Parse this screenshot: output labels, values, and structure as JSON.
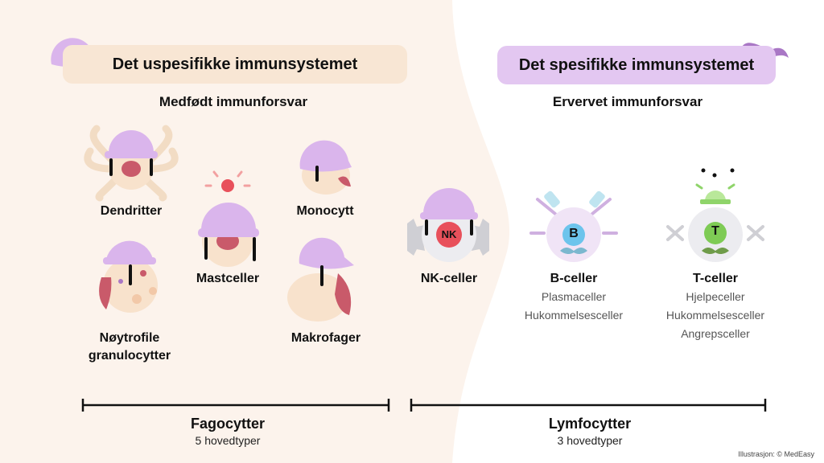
{
  "left_section": {
    "title": "Det uspesifikke immunsystemet",
    "subtitle": "Medfødt immunforsvar",
    "cells": {
      "dendritter": "Dendritter",
      "mastceller": "Mastceller",
      "monocytt": "Monocytt",
      "noytrofile_1": "Nøytrofile",
      "noytrofile_2": "granulocytter",
      "makrofager": "Makrofager"
    },
    "group": {
      "name": "Fagocytter",
      "count": "5 hovedtyper"
    }
  },
  "right_section": {
    "title": "Det spesifikke immunsystemet",
    "subtitle": "Ervervet immunforsvar",
    "nk": {
      "label": "NK-celler",
      "badge": "NK"
    },
    "b": {
      "label": "B-celler",
      "badge": "B",
      "subtypes": [
        "Plasmaceller",
        "Hukommelsesceller"
      ]
    },
    "t": {
      "label": "T-celler",
      "badge": "T",
      "subtypes": [
        "Hjelpeceller",
        "Hukommelsesceller",
        "Angrepsceller"
      ]
    },
    "group": {
      "name": "Lymfocytter",
      "count": "3 hovedtyper"
    }
  },
  "credit": "Illustrasjon: © MedEasy",
  "colors": {
    "left_bg": "#fcf3ec",
    "left_pill": "#f8e6d4",
    "right_pill": "#e3c7f1",
    "helmet": "#dab5ec",
    "cell_body": "#f8e2cc",
    "mouth": "#c95a6a",
    "nk_red": "#e8505b",
    "b_blue": "#6cc4ec",
    "t_green": "#7ecb55",
    "mustache_blue": "#7bb8cf",
    "mustache_green": "#6f9c4a",
    "mustache_purple": "#a977c5"
  }
}
